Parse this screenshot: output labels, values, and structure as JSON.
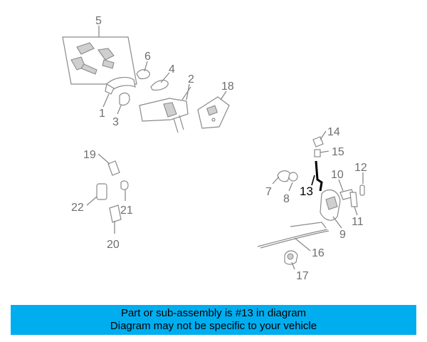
{
  "diagram": {
    "callouts": [
      "1",
      "2",
      "3",
      "4",
      "5",
      "6",
      "7",
      "8",
      "9",
      "10",
      "11",
      "12",
      "13",
      "14",
      "15",
      "16",
      "17",
      "18",
      "19",
      "20",
      "21",
      "22"
    ],
    "highlighted_callout": "13",
    "colors": {
      "parts": "#8a8a8a",
      "highlight": "#000000",
      "banner": "#00aeef"
    }
  },
  "banner": {
    "line1": "Part or sub-assembly is #13 in diagram",
    "line2": "Diagram may not be specific to your vehicle"
  }
}
